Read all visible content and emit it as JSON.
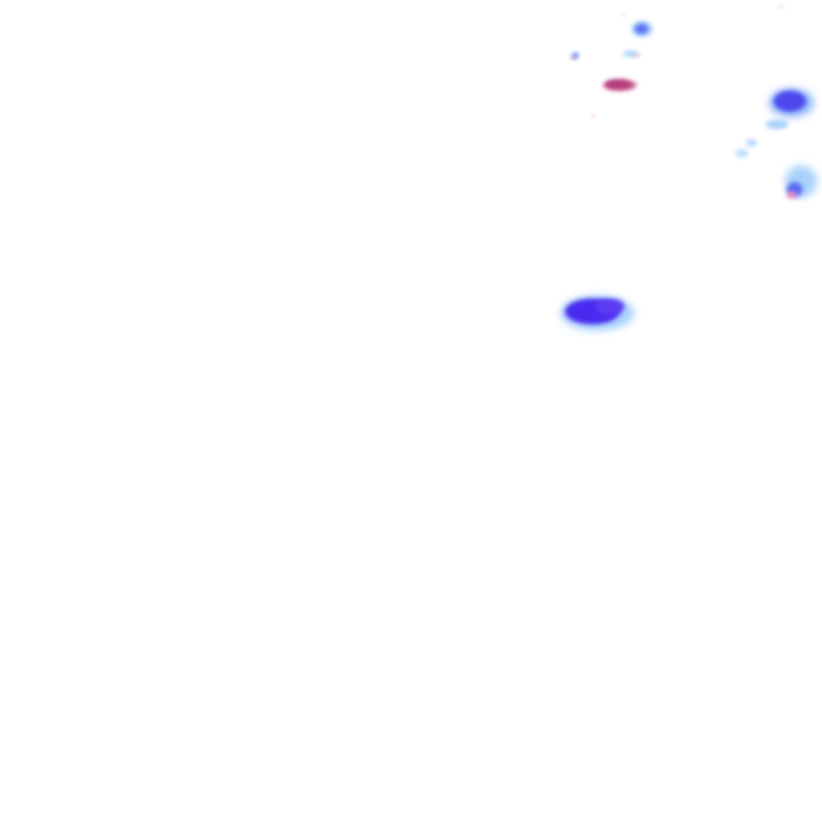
{
  "palette": {
    "background": "#ffffff",
    "strong": "#4a2cf0",
    "medium": "#5b6cf4",
    "light": "#a8d2fb",
    "magenta": "#b03a78",
    "pink": "#ff8fb8"
  },
  "echoes": [
    {
      "id": "cell-center",
      "intensity": "strong"
    },
    {
      "id": "cell-east",
      "intensity": "strong"
    },
    {
      "id": "cell-east-lower",
      "intensity": "medium"
    },
    {
      "id": "cell-north",
      "intensity": "medium"
    },
    {
      "id": "cell-magenta",
      "intensity": "magenta"
    }
  ]
}
